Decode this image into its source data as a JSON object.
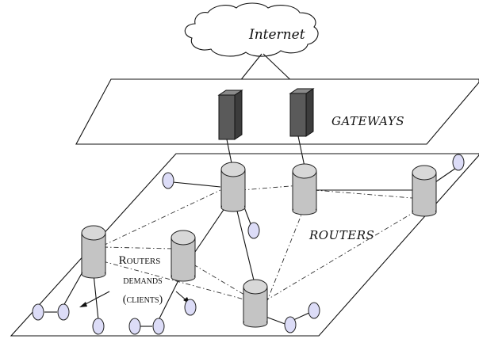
{
  "labels": {
    "internet": "Internet",
    "gateways": "GATEWAYS",
    "routers_plane": "ROUTERS",
    "routers_caption": "Routers",
    "demands_caption": "demands",
    "clients_caption": "(clients)"
  }
}
